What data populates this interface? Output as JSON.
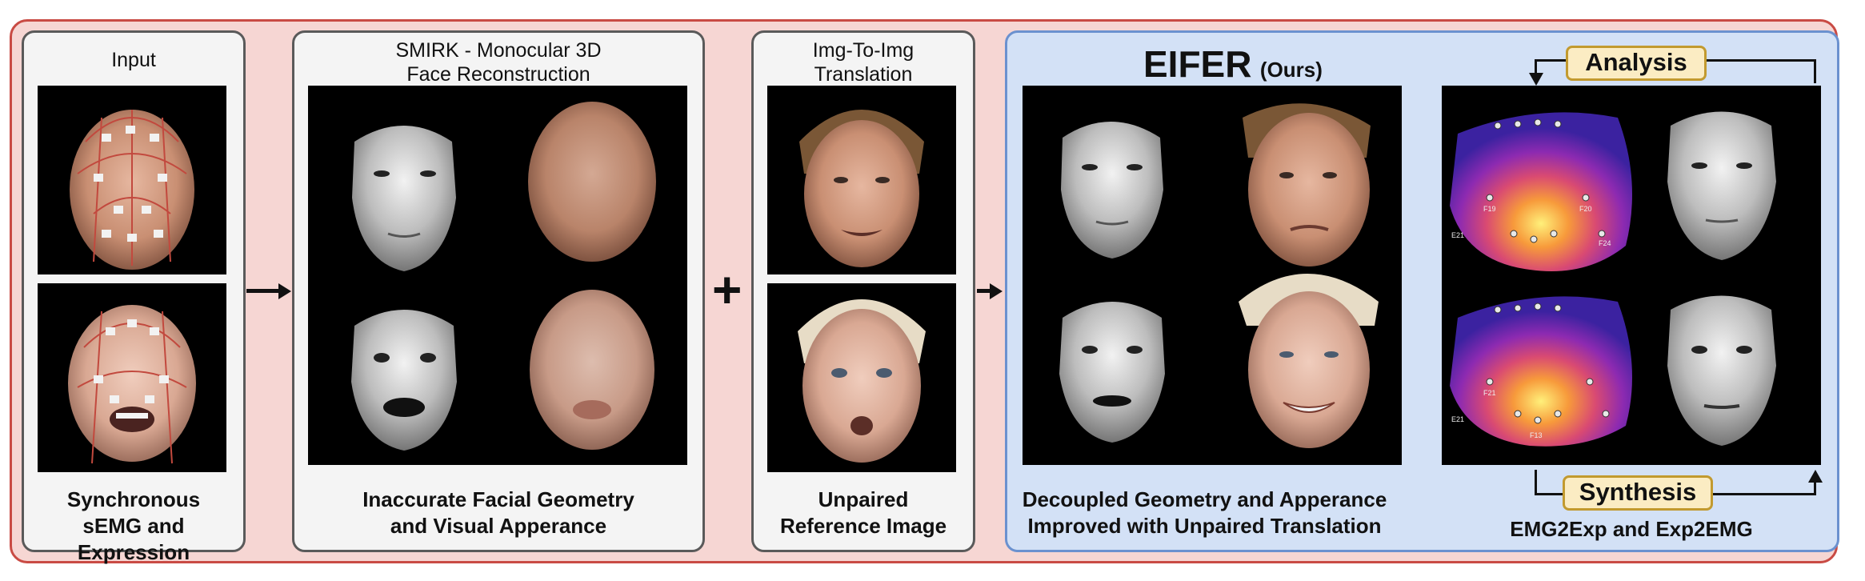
{
  "input": {
    "title": "Input",
    "caption_line1": "Synchronous",
    "caption_line2": "sEMG and Expression"
  },
  "smirk": {
    "title_line1": "SMIRK - Monocular 3D",
    "title_line2": "Face Reconstruction",
    "caption_line1": "Inaccurate Facial Geometry",
    "caption_line2": "and Visual Apperance"
  },
  "plus_sign": "+",
  "translation": {
    "title_line1": "Img-To-Img",
    "title_line2": "Translation",
    "caption_line1": "Unpaired",
    "caption_line2": "Reference Image"
  },
  "eifer": {
    "title": "EIFER",
    "title_suffix": "(Ours)",
    "caption_line1": "Decoupled Geometry and Apperance",
    "caption_line2": "Improved with Unpaired Translation"
  },
  "analysis_panel": {
    "analysis_label": "Analysis",
    "synthesis_label": "Synthesis",
    "caption": "EMG2Exp and Exp2EMG",
    "electrode_labels_top": [
      "F19",
      "F20",
      "E21",
      "F24"
    ],
    "electrode_labels_bottom": [
      "F21",
      "E21",
      "F13"
    ]
  },
  "colors": {
    "outer_fill": "#f6d6d3",
    "outer_border": "#c94b44",
    "panel_fill": "#f4f4f4",
    "ours_fill": "#d3e1f6",
    "ours_border": "#6b91cf",
    "tag_fill": "#fbecc3",
    "tag_border": "#c29a2f"
  }
}
